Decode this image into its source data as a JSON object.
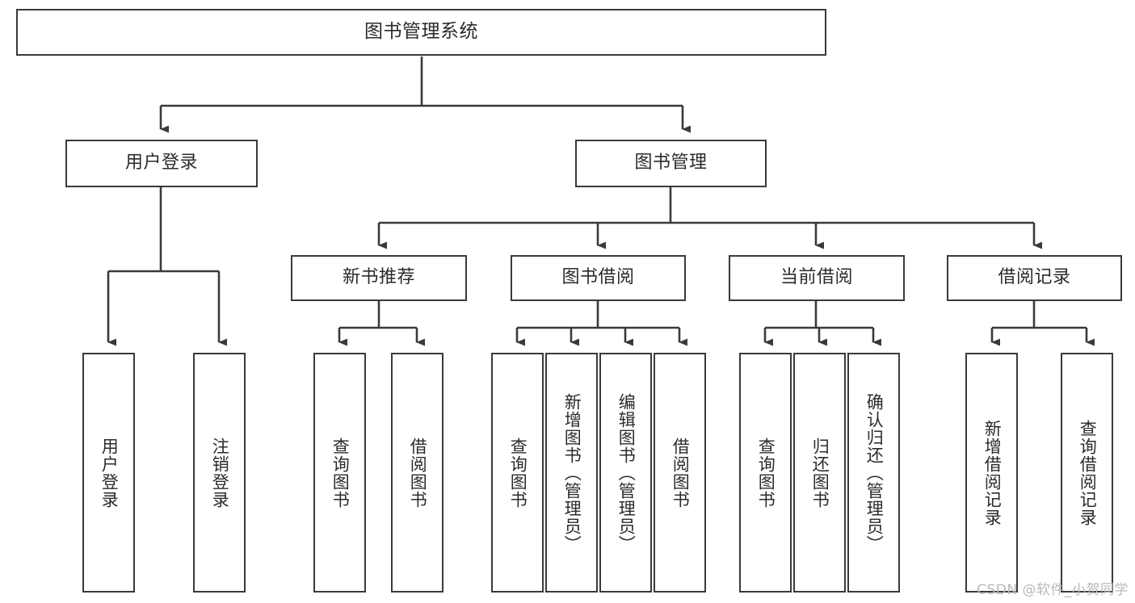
{
  "diagram": {
    "title": "图书管理系统",
    "type": "tree-hierarchy-chart",
    "watermark": "CSDN @软件_小贺同学",
    "colors": {
      "background": "#ffffff",
      "box_border": "#3a3a3a",
      "box_fill": "#ffffff",
      "edge": "#3a3a3a",
      "text": "#2b2b2b",
      "watermark": "#b9b9b9"
    },
    "root": {
      "label": "图书管理系统"
    },
    "level2": [
      {
        "label": "用户登录"
      },
      {
        "label": "图书管理"
      }
    ],
    "level3": [
      {
        "label": "新书推荐"
      },
      {
        "label": "图书借阅"
      },
      {
        "label": "当前借阅"
      },
      {
        "label": "借阅记录"
      }
    ],
    "leaves": {
      "user_login": [
        {
          "label": "用户登录"
        },
        {
          "label": "注销登录"
        }
      ],
      "new_book_recommend": [
        {
          "label": "查询图书"
        },
        {
          "label": "借阅图书"
        }
      ],
      "book_borrow": [
        {
          "label": "查询图书"
        },
        {
          "label": "新增图书（管理员）"
        },
        {
          "label": "编辑图书（管理员）"
        },
        {
          "label": "借阅图书"
        }
      ],
      "current_borrow": [
        {
          "label": "查询图书"
        },
        {
          "label": "归还图书"
        },
        {
          "label": "确认归还（管理员）"
        }
      ],
      "borrow_record": [
        {
          "label": "新增借阅记录"
        },
        {
          "label": "查询借阅记录"
        }
      ]
    }
  }
}
